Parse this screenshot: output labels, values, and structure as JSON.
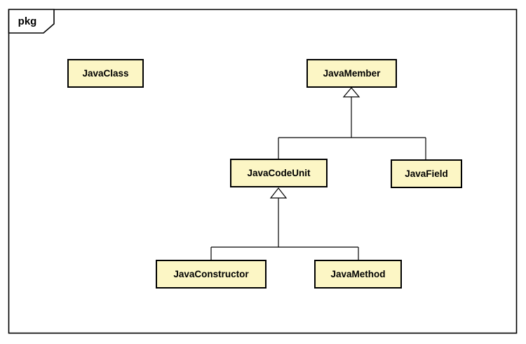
{
  "frame": {
    "label": "pkg"
  },
  "nodes": [
    {
      "id": "JavaClass",
      "label": "JavaClass"
    },
    {
      "id": "JavaMember",
      "label": "JavaMember"
    },
    {
      "id": "JavaCodeUnit",
      "label": "JavaCodeUnit"
    },
    {
      "id": "JavaField",
      "label": "JavaField"
    },
    {
      "id": "JavaConstructor",
      "label": "JavaConstructor"
    },
    {
      "id": "JavaMethod",
      "label": "JavaMethod"
    }
  ],
  "relations": [
    {
      "from": "JavaCodeUnit",
      "to": "JavaMember",
      "type": "generalization"
    },
    {
      "from": "JavaField",
      "to": "JavaMember",
      "type": "generalization"
    },
    {
      "from": "JavaConstructor",
      "to": "JavaCodeUnit",
      "type": "generalization"
    },
    {
      "from": "JavaMethod",
      "to": "JavaCodeUnit",
      "type": "generalization"
    }
  ],
  "colors": {
    "background": "#FFFFFF",
    "node_fill": "#FCF6C5",
    "node_border": "#000000",
    "frame_border": "#000000",
    "edge": "#000000",
    "text": "#000000"
  }
}
